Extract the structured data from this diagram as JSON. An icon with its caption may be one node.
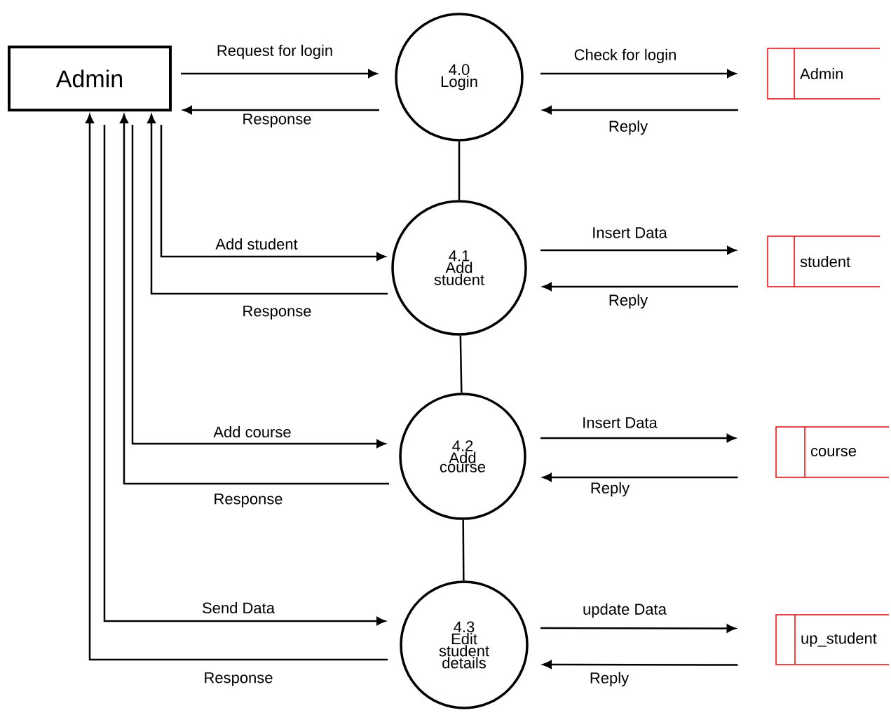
{
  "diagram": {
    "nodes": [
      {
        "text": [
          "Admin"
        ]
      },
      {
        "text": [
          "4.0",
          "Login"
        ]
      },
      {
        "text": [
          "4.1",
          "Add student"
        ]
      },
      {
        "text": [
          "4.2",
          "Add course"
        ]
      },
      {
        "text": [
          "4.3",
          "Edit student details"
        ]
      },
      {
        "text": [
          "Admin"
        ]
      },
      {
        "text": [
          "student"
        ]
      },
      {
        "text": [
          "course"
        ]
      },
      {
        "text": [
          "up_student"
        ]
      }
    ],
    "edges": [
      {
        "from": 0,
        "to": 1,
        "arrow": "to",
        "label": "Request for login"
      },
      {
        "from": 1,
        "to": 0,
        "arrow": "to",
        "label": "Response"
      },
      {
        "from": 1,
        "to": 2,
        "arrow": "none"
      },
      {
        "from": 2,
        "to": 3,
        "arrow": "none"
      },
      {
        "from": 3,
        "to": 4,
        "arrow": "none"
      },
      {
        "from": 1,
        "to": 5,
        "arrow": "to",
        "label": "Check for login"
      },
      {
        "from": 5,
        "to": 1,
        "arrow": "to",
        "label": "Reply"
      },
      {
        "from": 0,
        "to": 2,
        "arrow": "to",
        "label": "Add student"
      },
      {
        "from": 2,
        "to": 0,
        "arrow": "to",
        "label": "Response"
      },
      {
        "from": 2,
        "to": 6,
        "arrow": "to",
        "label": "Insert Data"
      },
      {
        "from": 6,
        "to": 2,
        "arrow": "to",
        "label": "Reply"
      },
      {
        "from": 0,
        "to": 3,
        "arrow": "to",
        "label": "Add course"
      },
      {
        "from": 3,
        "to": 0,
        "arrow": "to",
        "label": "Response"
      },
      {
        "from": 3,
        "to": 7,
        "arrow": "to",
        "label": "Insert Data"
      },
      {
        "from": 7,
        "to": 3,
        "arrow": "to",
        "label": "Reply"
      },
      {
        "from": 0,
        "to": 4,
        "arrow": "to",
        "label": "Send Data"
      },
      {
        "from": 4,
        "to": 0,
        "arrow": "to",
        "label": "Response"
      },
      {
        "from": 4,
        "to": 8,
        "arrow": "to",
        "label": "update Data"
      },
      {
        "from": 8,
        "to": 4,
        "arrow": "to",
        "label": "Reply"
      }
    ]
  }
}
